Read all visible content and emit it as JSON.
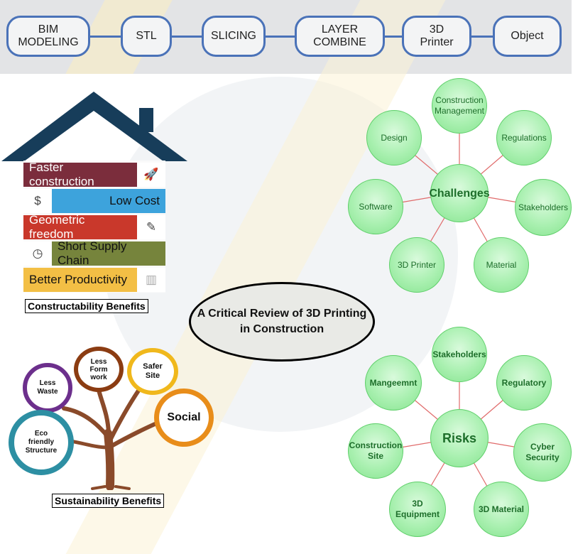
{
  "pipeline": {
    "steps": [
      "BIM\nMODELING",
      "STL",
      "SLICING",
      "LAYER\nCOMBINE",
      "3D\nPrinter",
      "Object"
    ]
  },
  "constructability": {
    "caption": "Constructability Benefits",
    "items": [
      {
        "label": "Faster construction",
        "color": "#7b2d3c",
        "icon": "rocket-icon"
      },
      {
        "label": "Low Cost",
        "color": "#3da3dc",
        "icon": "dollar-icon"
      },
      {
        "label": "Geometric freedom",
        "color": "#c9382b",
        "icon": "ruler-icon"
      },
      {
        "label": "Short Supply Chain",
        "color": "#76843c",
        "icon": "clock-icon"
      },
      {
        "label": "Better Productivity",
        "color": "#f3bf45",
        "icon": "bar-chart-icon"
      }
    ],
    "roof_color": "#173d5a"
  },
  "center": {
    "title": "A Critical Review of 3D Printing\nin Construction"
  },
  "challenges": {
    "center": "Challenges",
    "items": [
      "Construction\nManagement",
      "Regulations",
      "Stakeholders",
      "Material",
      "3D Printer",
      "Software",
      "Design"
    ]
  },
  "risks": {
    "center": "Risks",
    "items": [
      "Stakeholders",
      "Regulatory",
      "Cyber Security",
      "3D Material",
      "3D Equipment",
      "Construction\nSite",
      "Mangeemnt"
    ]
  },
  "sustainability": {
    "caption": "Sustainability Benefits",
    "items": [
      {
        "label": "Less\nWaste",
        "color": "#6c2f8c"
      },
      {
        "label": "Less\nForm\nwork",
        "color": "#8b3c12"
      },
      {
        "label": "Safer\nSite",
        "color": "#f0b81c"
      },
      {
        "label": "Social",
        "color": "#e88d1a"
      },
      {
        "label": "Eco\nfriendly\nStructure",
        "color": "#2d8fa3"
      }
    ],
    "tree_color": "#8a4a2a"
  }
}
